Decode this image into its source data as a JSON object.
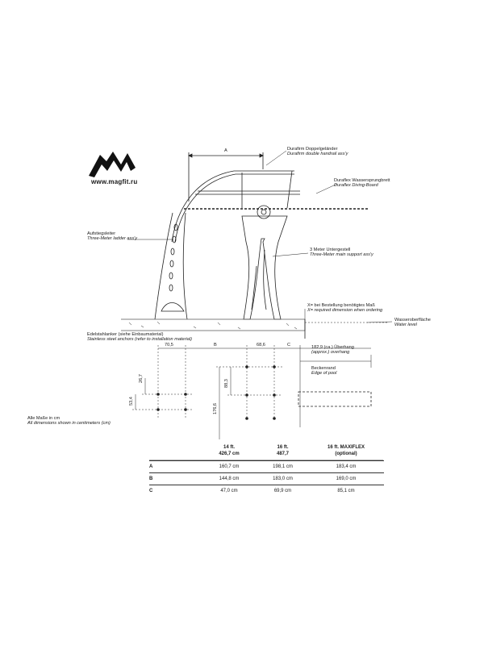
{
  "brand": {
    "site": "www.magfit.ru",
    "logo_icon": "magfit-logo-icon"
  },
  "labels": {
    "handrail": {
      "de": "Durafirm Doppelgeländer",
      "en": "Durafirm double handrail ass'y"
    },
    "board": {
      "de": "Duraflex Wassersprungbrett",
      "en": "Duraflex Diving-Board"
    },
    "ladder": {
      "de": "Aufstiegsleiter",
      "en": "Three-Meter ladder ass'y"
    },
    "support": {
      "de": "3 Meter Untergestell",
      "en": "Three-Meter main support ass'y"
    },
    "order_dim": {
      "de": "X= bei Bestellung benötigtes Maß",
      "en": "X= required dimension when ordering"
    },
    "water": {
      "de": "Wasseroberfläche",
      "en": "Water level"
    },
    "anchors": {
      "de": "Edelstahlanker (siehe Einbaumaterial)",
      "en": "Stainless steel anchors (refer to installation material)"
    },
    "overhang": {
      "de": "182,9 (ca.) Überhang",
      "en": "(approx.) overhang"
    },
    "pool_edge": {
      "de": "Beckenrand",
      "en": "Edge of pool"
    },
    "units": {
      "de": "Alle Maße in cm",
      "en": "All dimensions shown in centimeters (cm)"
    }
  },
  "dimensions": {
    "A": "A",
    "B": "B",
    "C": "C",
    "d705": "70,5",
    "d686": "68,6",
    "d267": "26,7",
    "d534": "53,4",
    "d883": "88,3",
    "d1766": "176,6"
  },
  "table": {
    "headers": [
      [
        "",
        ""
      ],
      [
        "14 ft.",
        "426,7 cm"
      ],
      [
        "16 ft.",
        "487,7"
      ],
      [
        "16 ft. MAXIFLEX",
        "(optional)"
      ]
    ],
    "rows": [
      {
        "label": "A",
        "v1": "160,7 cm",
        "v2": "198,1 cm",
        "v3": "183,4 cm"
      },
      {
        "label": "B",
        "v1": "144,8 cm",
        "v2": "183,0 cm",
        "v3": "169,0 cm"
      },
      {
        "label": "C",
        "v1": "47,0 cm",
        "v2": "69,9 cm",
        "v3": "85,1 cm"
      }
    ]
  }
}
